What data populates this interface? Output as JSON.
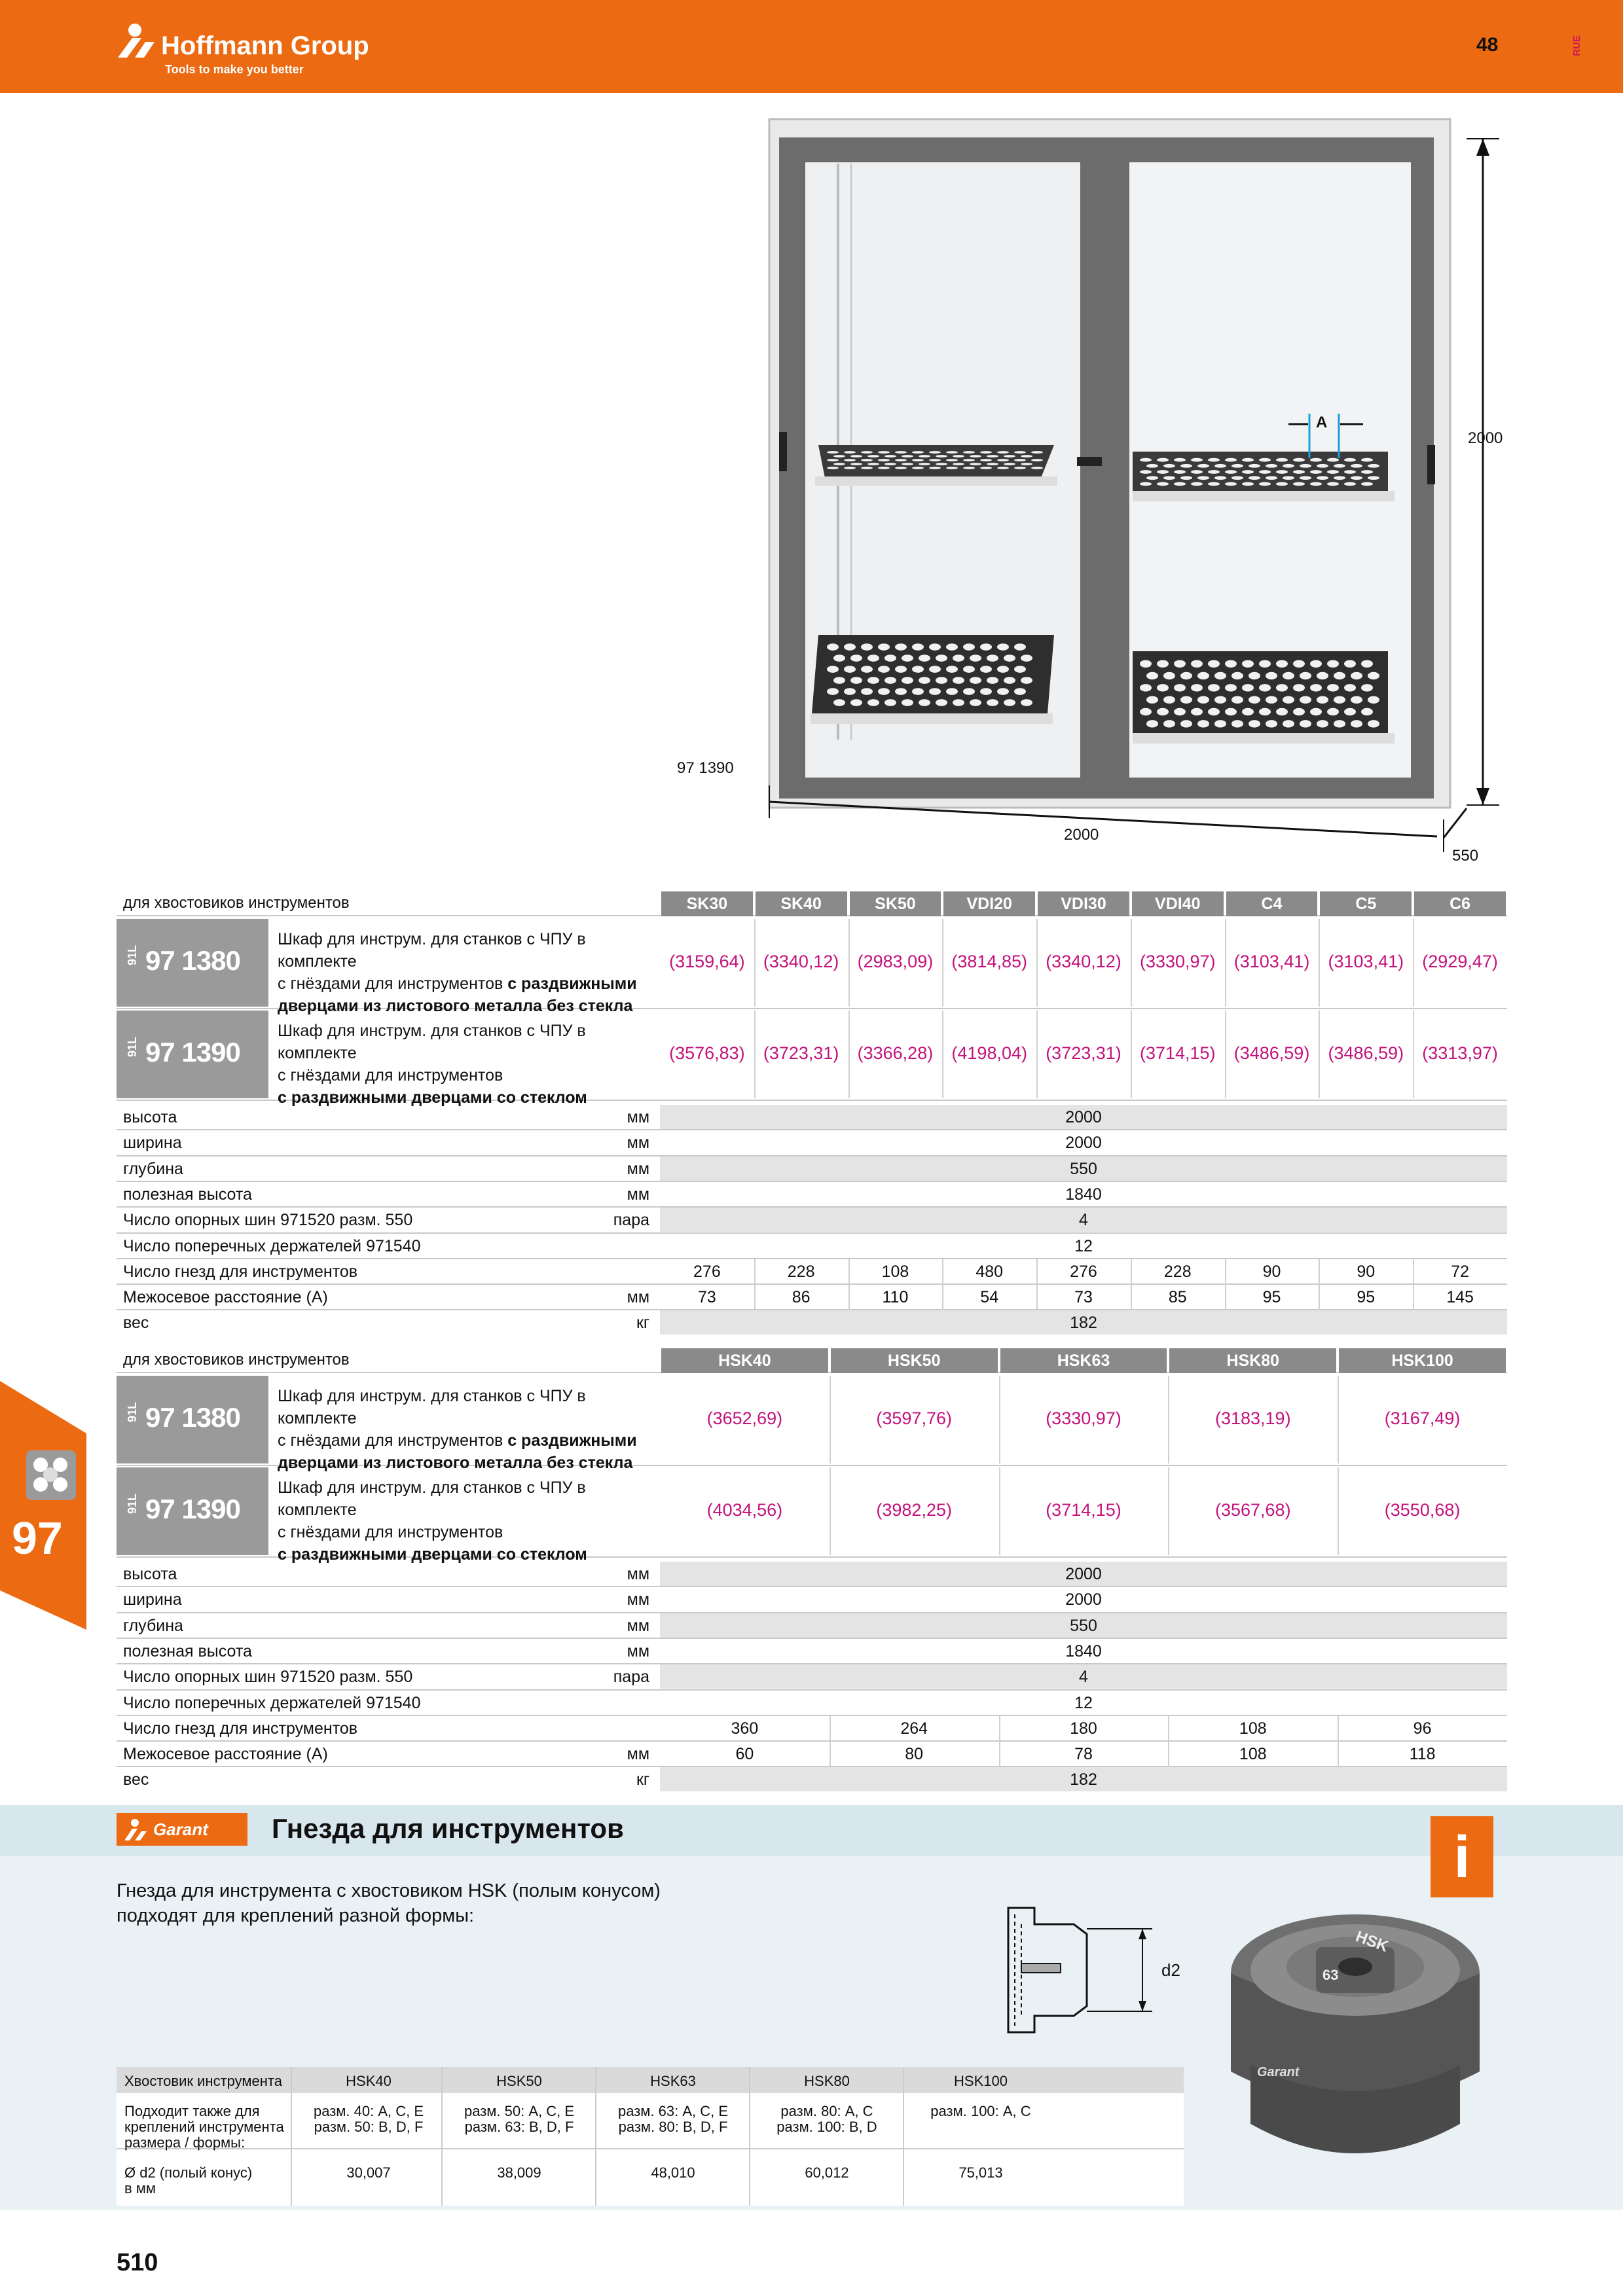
{
  "header": {
    "brand": "Hoffmann Group",
    "tagline": "Tools to make you better",
    "page_top": "48",
    "lang": "RUE"
  },
  "tab": {
    "number": "97",
    "icon": "tool-holder-icon"
  },
  "figure": {
    "article_label": "97 1390",
    "dim_height": "2000",
    "dim_width": "2000",
    "dim_depth": "550",
    "dim_pitch": "A"
  },
  "table1": {
    "shank_label": "для хвостовиков инструментов",
    "columns": [
      "SK30",
      "SK40",
      "SK50",
      "VDI20",
      "VDI30",
      "VDI40",
      "C4",
      "C5",
      "C6"
    ],
    "products": [
      {
        "prefix": "91L",
        "article": "97 1380",
        "desc_1": "Шкаф для инструм. для станков с ЧПУ в комплекте",
        "desc_2_plain": "с гнёздами для инструментов ",
        "desc_2_bold": "с раздвижными",
        "desc_3_bold": "дверцами из листового металла без стекла",
        "prices": [
          "(3159,64)",
          "(3340,12)",
          "(2983,09)",
          "(3814,85)",
          "(3340,12)",
          "(3330,97)",
          "(3103,41)",
          "(3103,41)",
          "(2929,47)"
        ]
      },
      {
        "prefix": "91L",
        "article": "97 1390",
        "desc_1": "Шкаф для инструм. для станков с ЧПУ в комплекте",
        "desc_2_plain": "с гнёздами для инструментов",
        "desc_2_bold": "",
        "desc_3_bold": "с раздвижными дверцами со стеклом",
        "prices": [
          "(3576,83)",
          "(3723,31)",
          "(3366,28)",
          "(4198,04)",
          "(3723,31)",
          "(3714,15)",
          "(3486,59)",
          "(3486,59)",
          "(3313,97)"
        ]
      }
    ],
    "specs": [
      {
        "label": "высота",
        "unit": "мм",
        "value": "2000"
      },
      {
        "label": "ширина",
        "unit": "мм",
        "value": "2000"
      },
      {
        "label": "глубина",
        "unit": "мм",
        "value": "550"
      },
      {
        "label": "полезная высота",
        "unit": "мм",
        "value": "1840"
      },
      {
        "label": "Число опорных шин 971520 разм. 550",
        "unit": "пара",
        "value": "4"
      },
      {
        "label": "Число поперечных держателей 971540",
        "unit": "",
        "value": "12"
      }
    ],
    "count_label": "Число гнезд для инструментов",
    "counts": [
      "276",
      "228",
      "108",
      "480",
      "276",
      "228",
      "90",
      "90",
      "72"
    ],
    "pitch_label": "Межосевое расстояние (A)",
    "pitch_unit": "мм",
    "pitches": [
      "73",
      "86",
      "110",
      "54",
      "73",
      "85",
      "95",
      "95",
      "145"
    ],
    "weight_label": "вес",
    "weight_unit": "кг",
    "weight": "182"
  },
  "table2": {
    "shank_label": "для хвостовиков инструментов",
    "columns": [
      "HSK40",
      "HSK50",
      "HSK63",
      "HSK80",
      "HSK100"
    ],
    "products": [
      {
        "prefix": "91L",
        "article": "97 1380",
        "desc_1": "Шкаф для инструм. для станков с ЧПУ в комплекте",
        "desc_2_plain": "с гнёздами для инструментов ",
        "desc_2_bold": "с раздвижными",
        "desc_3_bold": "дверцами из листового металла без стекла",
        "prices": [
          "(3652,69)",
          "(3597,76)",
          "(3330,97)",
          "(3183,19)",
          "(3167,49)"
        ]
      },
      {
        "prefix": "91L",
        "article": "97 1390",
        "desc_1": "Шкаф для инструм. для станков с ЧПУ в комплекте",
        "desc_2_plain": "с гнёздами для инструментов",
        "desc_2_bold": "",
        "desc_3_bold": "с раздвижными дверцами со стеклом",
        "prices": [
          "(4034,56)",
          "(3982,25)",
          "(3714,15)",
          "(3567,68)",
          "(3550,68)"
        ]
      }
    ],
    "specs": [
      {
        "label": "высота",
        "unit": "мм",
        "value": "2000"
      },
      {
        "label": "ширина",
        "unit": "мм",
        "value": "2000"
      },
      {
        "label": "глубина",
        "unit": "мм",
        "value": "550"
      },
      {
        "label": "полезная высота",
        "unit": "мм",
        "value": "1840"
      },
      {
        "label": "Число опорных шин 971520 разм. 550",
        "unit": "пара",
        "value": "4"
      },
      {
        "label": "Число поперечных держателей 971540",
        "unit": "",
        "value": "12"
      }
    ],
    "count_label": "Число гнезд для инструментов",
    "counts": [
      "360",
      "264",
      "180",
      "108",
      "96"
    ],
    "pitch_label": "Межосевое расстояние (A)",
    "pitch_unit": "мм",
    "pitches": [
      "60",
      "80",
      "78",
      "108",
      "118"
    ],
    "weight_label": "вес",
    "weight_unit": "кг",
    "weight": "182"
  },
  "section": {
    "brand": "Garant",
    "title": "Гнезда для инструментов",
    "info_glyph": "i",
    "intro_1": "Гнезда для инструмента с хвостовиком HSK (полым конусом)",
    "intro_2": "подходят для креплений разной формы:",
    "drawing_label": "d2",
    "photo_text_1": "HSK",
    "photo_text_2": "63",
    "photo_brand": "Garant"
  },
  "bottom_table": {
    "row1_label": "Хвостовик инструмента",
    "columns": [
      "HSK40",
      "HSK50",
      "HSK63",
      "HSK80",
      "HSK100"
    ],
    "row2_label_1": "Подходит также для",
    "row2_label_2": "креплений инструмента",
    "row2_label_3": "размера / формы:",
    "fits_1": [
      "разм. 40: A, C, E",
      "разм. 50: A, C, E",
      "разм. 63: A, C, E",
      "разм. 80: A, C",
      "разм. 100: A, C"
    ],
    "fits_2": [
      "разм. 50: B, D, F",
      "разм. 63: B, D, F",
      "разм. 80: B, D, F",
      "разм. 100: B, D",
      ""
    ],
    "row3_label_1": "Ø d2 (полый конус)",
    "row3_label_2": "в мм",
    "d2": [
      "30,007",
      "38,009",
      "48,010",
      "60,012",
      "75,013"
    ]
  },
  "footer": {
    "page_number": "510"
  },
  "colors": {
    "brand_orange": "#ec6a12",
    "price_magenta": "#c4127c",
    "header_gray": "#8a8a8a",
    "band_blue": "#d8e7ee"
  }
}
